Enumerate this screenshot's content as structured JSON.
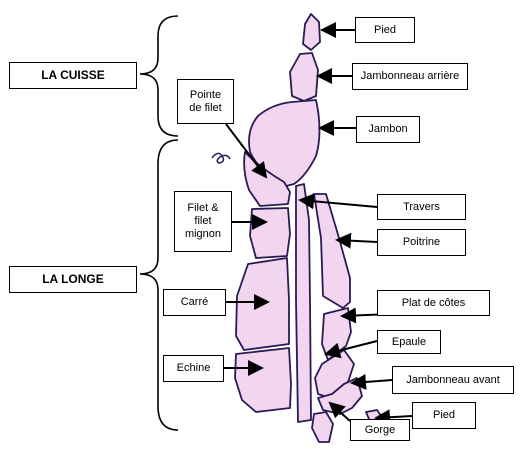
{
  "sections": {
    "cuisse": "LA CUISSE",
    "longe": "LA LONGE"
  },
  "labels": {
    "pied_top": "Pied",
    "jambonneau_arriere": "Jambonneau arrière",
    "jambon": "Jambon",
    "pointe_filet": "Pointe\nde filet",
    "filet": "Filet &\nfilet\nmignon",
    "travers": "Travers",
    "poitrine": "Poitrine",
    "carre": "Carré",
    "plat_cotes": "Plat de côtes",
    "epaule": "Epaule",
    "echine": "Echine",
    "jambonneau_avant": "Jambonneau avant",
    "pied_bottom": "Pied",
    "gorge": "Gorge"
  },
  "colors": {
    "cut_fill": "#f2d6ef",
    "outline": "#2a1a55",
    "line": "#000000"
  }
}
